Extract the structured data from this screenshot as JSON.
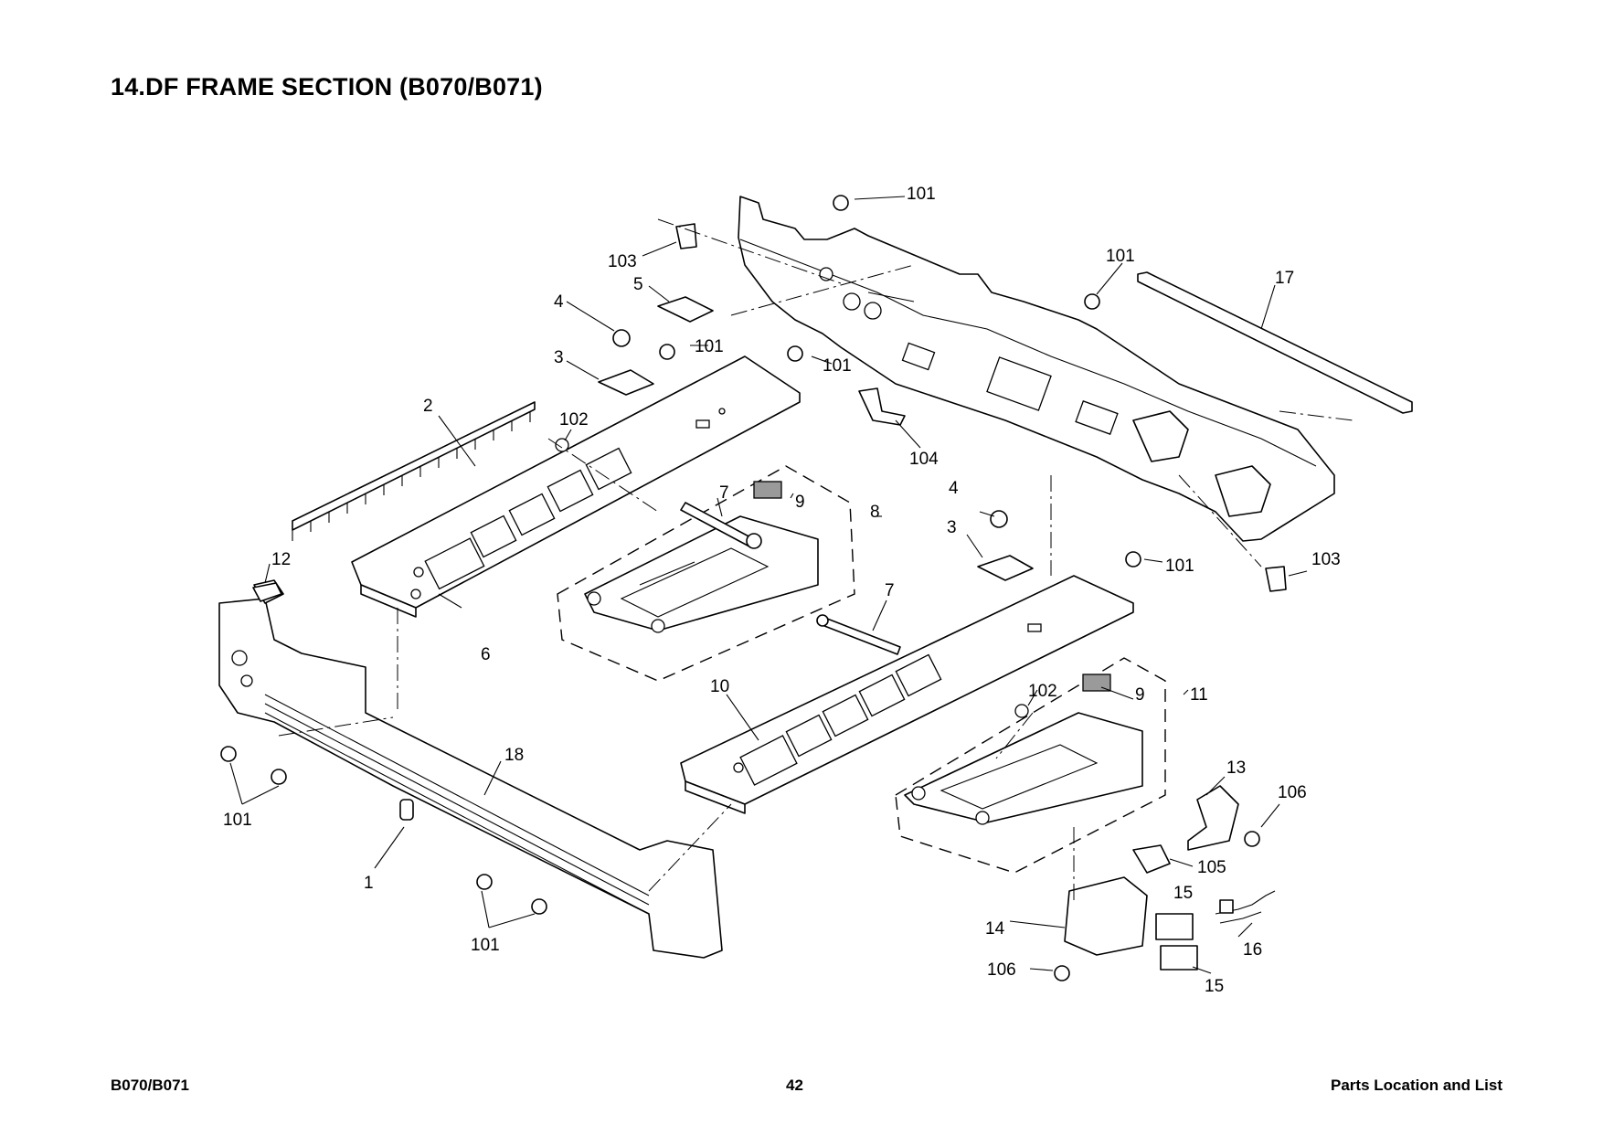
{
  "header": {
    "title": "14.DF FRAME SECTION (B070/B071)"
  },
  "footer": {
    "model": "B070/B071",
    "page": "42",
    "section": "Parts Location and List"
  },
  "callouts": {
    "c101_top": "101",
    "c103_top": "103",
    "c5": "5",
    "c4_left": "4",
    "c101_b": "101",
    "c101_c": "101",
    "c3_left": "3",
    "c2": "2",
    "c102_left": "102",
    "c101_right": "101",
    "c17": "17",
    "c104": "104",
    "c9_left": "9",
    "c7_a": "7",
    "c8": "8",
    "c4_right": "4",
    "c3_right": "3",
    "c101_d": "101",
    "c103_right": "103",
    "c12": "12",
    "c7_b": "7",
    "c6": "6",
    "c10": "10",
    "c102_right": "102",
    "c9_right": "9",
    "c11": "11",
    "c18": "18",
    "c13": "13",
    "c106_right": "106",
    "c101_left": "101",
    "c1": "1",
    "c105": "105",
    "c15_top": "15",
    "c16": "16",
    "c14": "14",
    "c106_bottom": "106",
    "c101_bottom": "101",
    "c15_bottom": "15"
  }
}
